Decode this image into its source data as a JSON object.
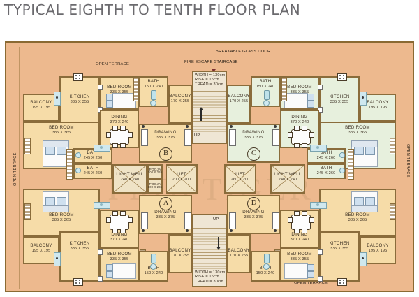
{
  "title": "TYPICAL EIGHTH TO TENTH FLOOR PLAN",
  "watermark": "PROPTIGER",
  "terrace_labels": {
    "top": "OPEN TERRACE",
    "bottom": "OPEN TERRACE",
    "left": "OPEN TERRACE",
    "right": "OPEN TERRACE"
  },
  "annotations": {
    "breakable_glass_door": "BREAKABLE GLASS DOOR",
    "fire_escape_staircase": "FIRE ESCAPE STAIRCASE",
    "up_top": "UP",
    "up_bottom": "UP"
  },
  "stair_specs_top": {
    "width": "WIDTH = 130cm",
    "rise": "RISE = 15cm",
    "tread": "TREAD = 30cm"
  },
  "stair_specs_bottom": {
    "width": "WIDTH = 130cm",
    "rise": "RISE = 15cm",
    "tread": "TREAD = 30cm"
  },
  "units": [
    {
      "letter": "A",
      "fill": "#f6dca8"
    },
    {
      "letter": "B",
      "fill": "#f6dca8"
    },
    {
      "letter": "C",
      "fill": "#e7f0dd"
    },
    {
      "letter": "D",
      "fill": "#f6dca8"
    }
  ],
  "core": {
    "lift_left": {
      "name": "LIFT",
      "dim": "200 X 200"
    },
    "lift_right": {
      "name": "LIFT",
      "dim": "260 X 200"
    },
    "well_left": {
      "name": "LIGHT WELL",
      "dim": "240 X 240"
    },
    "well_right": {
      "name": "LIGHT WELL",
      "dim": "240 X 240"
    },
    "pooja_upper": {
      "name": "POOJA",
      "dim": "100 X 235"
    },
    "pooja_lower": {
      "name": "POOJA",
      "dim": "100 X 235"
    }
  },
  "rooms": {
    "tl": [
      {
        "name": "BALCONY",
        "dim": "195 X 195"
      },
      {
        "name": "KITCHEN",
        "dim": "335 X 355"
      },
      {
        "name": "BED ROOM",
        "dim": "335 X 355"
      },
      {
        "name": "BED ROOM",
        "dim": "385 X 365"
      },
      {
        "name": "DINING",
        "dim": "370 X 240"
      },
      {
        "name": "BATH",
        "dim": "245 X 260"
      },
      {
        "name": "BATH",
        "dim": "245 X 260"
      },
      {
        "name": "BATH",
        "dim": "150 X 240"
      },
      {
        "name": "BALCONY",
        "dim": "170 X 255"
      },
      {
        "name": "DRAWING",
        "dim": "335 X 375"
      }
    ],
    "tr": [
      {
        "name": "BALCONY",
        "dim": "195 X 195"
      },
      {
        "name": "KITCHEN",
        "dim": "335 X 355"
      },
      {
        "name": "BED ROOM",
        "dim": "335 X 355"
      },
      {
        "name": "BED ROOM",
        "dim": "385 X 365"
      },
      {
        "name": "DINING",
        "dim": "370 X 240"
      },
      {
        "name": "BATH",
        "dim": "245 X 260"
      },
      {
        "name": "BATH",
        "dim": "245 X 260"
      },
      {
        "name": "BATH",
        "dim": "150 X 240"
      },
      {
        "name": "BALCONY",
        "dim": "170 X 255"
      },
      {
        "name": "DRAWING",
        "dim": "335 X 375"
      }
    ],
    "bl": [
      {
        "name": "BALCONY",
        "dim": "195 X 195"
      },
      {
        "name": "KITCHEN",
        "dim": "335 X 355"
      },
      {
        "name": "BED ROOM",
        "dim": "335 X 355"
      },
      {
        "name": "BED ROOM",
        "dim": "385 X 365"
      },
      {
        "name": "DINING",
        "dim": "370 X 240"
      },
      {
        "name": "BATH",
        "dim": "150 X 240"
      },
      {
        "name": "BALCONY",
        "dim": "170 X 255"
      },
      {
        "name": "DRAWING",
        "dim": "335 X 375"
      }
    ],
    "br": [
      {
        "name": "BALCONY",
        "dim": "195 X 195"
      },
      {
        "name": "KITCHEN",
        "dim": "335 X 355"
      },
      {
        "name": "BED ROOM",
        "dim": "335 X 355"
      },
      {
        "name": "BED ROOM",
        "dim": "385 X 365"
      },
      {
        "name": "DINING",
        "dim": "370 X 240"
      },
      {
        "name": "BATH",
        "dim": "150 X 240"
      },
      {
        "name": "BALCONY",
        "dim": "170 X 255"
      },
      {
        "name": "DRAWING",
        "dim": "335 X 375"
      }
    ]
  },
  "colors": {
    "terrace": "#edb98e",
    "unit_cream": "#f6dca8",
    "unit_mint": "#e7f0dd",
    "wall": "#8a6c3b",
    "frame_border": "#8a6a33",
    "title_text": "#6b6a6e",
    "label_text": "#3b2f22"
  }
}
